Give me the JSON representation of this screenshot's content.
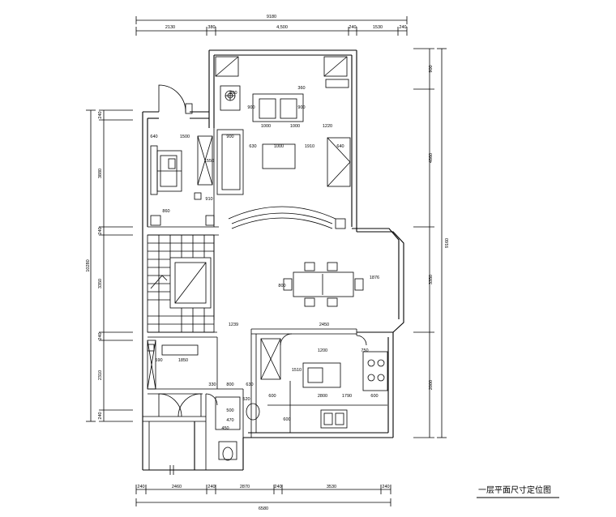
{
  "drawing": {
    "title": "一层平面尺寸定位图",
    "top_total": "9180",
    "top_segments": [
      "2130",
      "380",
      "4,500",
      "240",
      "1530",
      "240"
    ],
    "bottom_total": "6580",
    "bottom_segments": [
      "240",
      "2460",
      "240",
      "2870",
      "240",
      "3530",
      "240"
    ],
    "left_total": "10280",
    "left_segments": [
      "240",
      "3880",
      "240",
      "3350",
      "240",
      "2310",
      "240"
    ],
    "right_total": "9160",
    "right_segments": [
      "900",
      "4860",
      "3350",
      "2000"
    ],
    "inner_dims": {
      "d800": "800",
      "d640": "640",
      "d1500": "1500",
      "d900a": "900",
      "d1000a": "1000",
      "d1000b": "1000",
      "d1220": "1220",
      "d360": "360",
      "d900b": "900",
      "d900c": "900",
      "d1000c": "1000",
      "d630": "630",
      "d1910": "1910",
      "d640b": "640",
      "d1550": "1550",
      "d910": "910",
      "d860": "860",
      "d800b": "800",
      "d1876": "1876",
      "d1239": "1239",
      "d2450": "2450",
      "d1200": "1200",
      "d750": "750",
      "d590": "590",
      "d1850": "1850",
      "d1510": "1510",
      "d2800": "2800",
      "d600a": "600",
      "d600b": "600",
      "d330": "330",
      "d800c": "800",
      "d630b": "630",
      "d520": "520",
      "d600c": "600",
      "d500": "500",
      "d470": "470",
      "d450": "450",
      "d1790": "1790"
    }
  }
}
